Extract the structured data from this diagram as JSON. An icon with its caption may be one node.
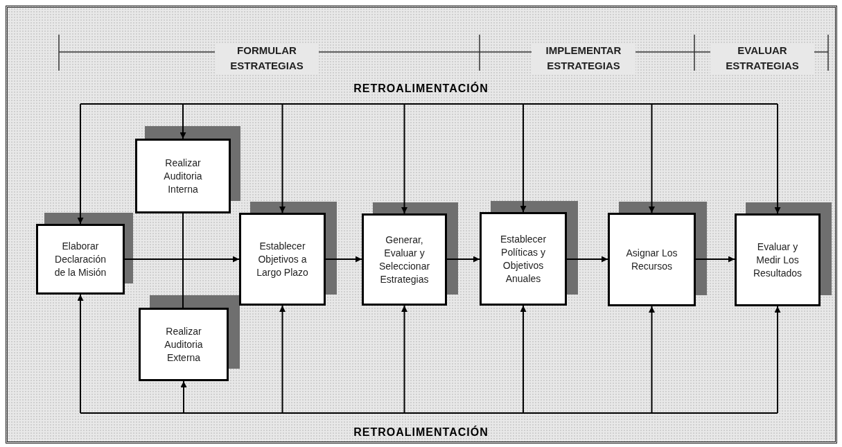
{
  "diagram": {
    "nodes": [
      {
        "text": [
          "Elaborar Declaración de la Misión"
        ]
      },
      {
        "text": [
          "Realizar Auditoria Interna"
        ]
      },
      {
        "text": [
          "Realizar Auditoria Externa"
        ]
      },
      {
        "text": [
          "Establecer Objetivos a Largo Plazo"
        ]
      },
      {
        "text": [
          "Generar, Evaluar y Seleccionar Estrategias"
        ]
      },
      {
        "text": [
          "Establecer Políticas y Objetivos Anuales"
        ]
      },
      {
        "text": [
          "Asignar Los Recursos"
        ]
      },
      {
        "text": [
          "Evaluar y Medir Los Resultados"
        ]
      }
    ],
    "edges": [
      {
        "from": 0,
        "to": 3,
        "arrow": "to"
      },
      {
        "from": 3,
        "to": 4,
        "arrow": "to"
      },
      {
        "from": 4,
        "to": 5,
        "arrow": "to"
      },
      {
        "from": 5,
        "to": 6,
        "arrow": "to"
      },
      {
        "from": 6,
        "to": 7,
        "arrow": "to"
      },
      {
        "from": 1,
        "to": 2,
        "arrow": "none"
      },
      {
        "from": null,
        "to": 0,
        "arrow": "to"
      },
      {
        "from": null,
        "to": 1,
        "arrow": "to"
      },
      {
        "from": null,
        "to": 3,
        "arrow": "to"
      },
      {
        "from": null,
        "to": 4,
        "arrow": "to"
      },
      {
        "from": null,
        "to": 5,
        "arrow": "to"
      },
      {
        "from": null,
        "to": 6,
        "arrow": "to"
      },
      {
        "from": null,
        "to": 7,
        "arrow": "to"
      },
      {
        "from": null,
        "to": 0,
        "arrow": "to"
      },
      {
        "from": null,
        "to": 2,
        "arrow": "to"
      },
      {
        "from": null,
        "to": 3,
        "arrow": "to"
      },
      {
        "from": null,
        "to": 4,
        "arrow": "to"
      },
      {
        "from": null,
        "to": 5,
        "arrow": "to"
      },
      {
        "from": null,
        "to": 6,
        "arrow": "to"
      },
      {
        "from": null,
        "to": 7,
        "arrow": "to"
      }
    ],
    "labels": [
      "FORMULAR ESTRATEGIAS",
      "IMPLEMENTAR ESTRATEGIAS",
      "EVALUAR ESTRATEGIAS",
      "RETROALIMENTACIÓN",
      "RETROALIMENTACIÓN"
    ]
  }
}
